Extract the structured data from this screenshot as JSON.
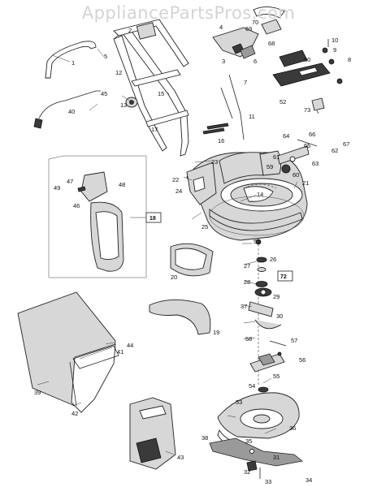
{
  "watermark": "AppliancePartsPros.com",
  "callouts": {
    "box18": "18",
    "box72": "72"
  },
  "part_labels": [
    "1",
    "2",
    "3",
    "4",
    "5",
    "6",
    "7",
    "8",
    "9",
    "10",
    "11",
    "12",
    "13",
    "14",
    "15",
    "16",
    "17",
    "19",
    "20",
    "21",
    "22",
    "23",
    "24",
    "25",
    "26",
    "27",
    "28",
    "29",
    "30",
    "31",
    "32",
    "33",
    "34",
    "35",
    "36",
    "37",
    "38",
    "39",
    "40",
    "41",
    "42",
    "43",
    "44",
    "45",
    "46",
    "47",
    "48",
    "49",
    "50",
    "51",
    "52",
    "53",
    "54",
    "55",
    "56",
    "57",
    "58",
    "59",
    "60",
    "61",
    "62",
    "63",
    "64",
    "65",
    "66",
    "67",
    "68",
    "69",
    "70",
    "73"
  ]
}
